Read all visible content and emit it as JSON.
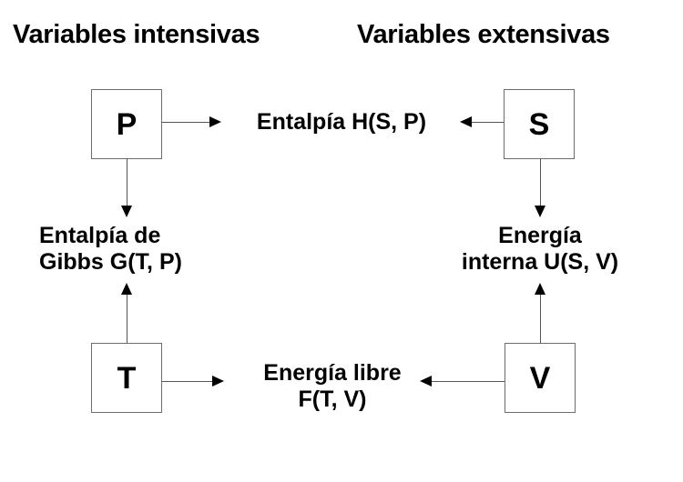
{
  "headings": {
    "intensive": "Variables intensivas",
    "extensive": "Variables extensivas"
  },
  "variables": {
    "pressure": "P",
    "entropy": "S",
    "temperature": "T",
    "volume": "V"
  },
  "potentials": {
    "enthalpy": "Entalpía H(S, P)",
    "gibbs_line1": "Entalpía de",
    "gibbs_line2": "Gibbs G(T, P)",
    "internal_line1": "Energía",
    "internal_line2": "interna U(S, V)",
    "free_line1": "Energía libre",
    "free_line2": "F(T, V)"
  },
  "colors": {
    "background": "#ffffff",
    "text": "#000000",
    "box_border": "#6d6d6d",
    "connector": "#555555",
    "arrowhead": "#000000"
  },
  "connectors": [
    {
      "name": "pressure-to-enthalpy",
      "from": "P",
      "to": "Entalpía H(S, P)",
      "direction": "right"
    },
    {
      "name": "entropy-to-enthalpy",
      "from": "S",
      "to": "Entalpía H(S, P)",
      "direction": "left"
    },
    {
      "name": "pressure-to-gibbs",
      "from": "P",
      "to": "Entalpía de Gibbs G(T, P)",
      "direction": "down"
    },
    {
      "name": "temperature-to-gibbs",
      "from": "T",
      "to": "Entalpía de Gibbs G(T, P)",
      "direction": "up"
    },
    {
      "name": "entropy-to-internal",
      "from": "S",
      "to": "Energía interna U(S, V)",
      "direction": "down"
    },
    {
      "name": "volume-to-internal",
      "from": "V",
      "to": "Energía interna U(S, V)",
      "direction": "up"
    },
    {
      "name": "temperature-to-free",
      "from": "T",
      "to": "Energía libre F(T, V)",
      "direction": "right"
    },
    {
      "name": "volume-to-free",
      "from": "V",
      "to": "Energía libre F(T, V)",
      "direction": "left"
    }
  ]
}
